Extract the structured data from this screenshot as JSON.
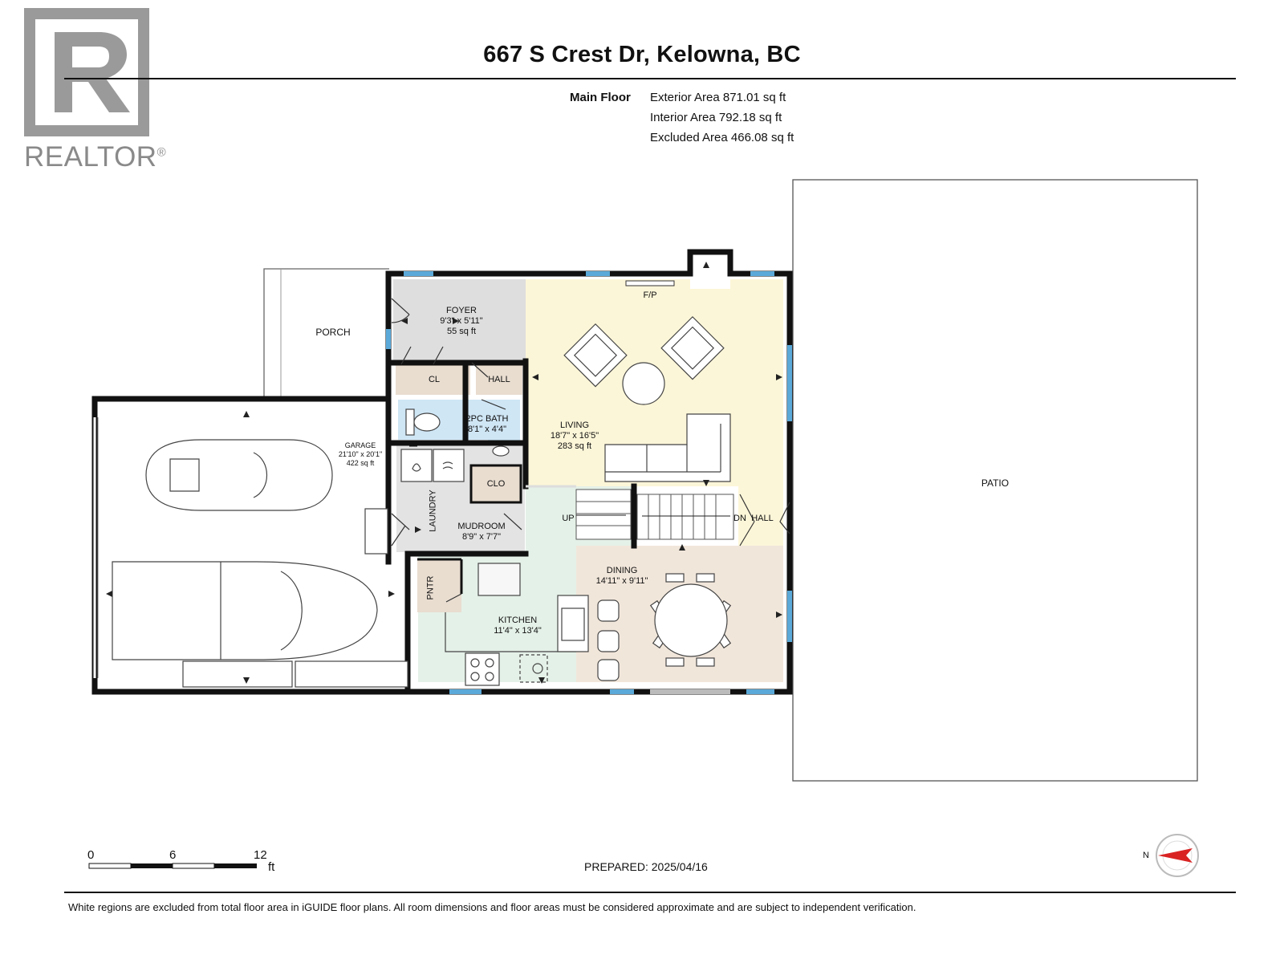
{
  "logo": {
    "text": "REALTOR",
    "mark": "®",
    "icon": "realtor-r-icon"
  },
  "header": {
    "title": "667 S Crest Dr, Kelowna, BC"
  },
  "floor": {
    "name": "Main Floor",
    "exterior": "Exterior Area 871.01 sq ft",
    "interior": "Interior Area 792.18 sq ft",
    "excluded": "Excluded Area 466.08 sq ft"
  },
  "rooms": {
    "porch": {
      "name": "PORCH"
    },
    "foyer": {
      "name": "FOYER",
      "dims": "9'3\" x 5'11\"",
      "area": "55 sq ft"
    },
    "cl": {
      "name": "CL"
    },
    "hall1": {
      "name": "HALL"
    },
    "bath": {
      "name": "2PC BATH",
      "dims": "8'1\" x 4'4\""
    },
    "garage": {
      "name": "GARAGE",
      "dims": "21'10\" x 20'1\"",
      "area": "422 sq ft"
    },
    "clo": {
      "name": "CLO"
    },
    "laundry": {
      "name": "LAUNDRY"
    },
    "mudroom": {
      "name": "MUDROOM",
      "dims": "8'9\" x 7'7\""
    },
    "living": {
      "name": "LIVING",
      "dims": "18'7\" x 16'5\"",
      "area": "283 sq ft"
    },
    "fp": {
      "name": "F/P"
    },
    "up": {
      "name": "UP"
    },
    "dn": {
      "name": "DN"
    },
    "hall2": {
      "name": "HALL"
    },
    "dining": {
      "name": "DINING",
      "dims": "14'11\" x 9'11\""
    },
    "pntr": {
      "name": "PNTR"
    },
    "kitchen": {
      "name": "KITCHEN",
      "dims": "11'4\" x 13'4\""
    },
    "patio": {
      "name": "PATIO"
    }
  },
  "colors": {
    "foyer": "#dedede",
    "cl": "#e9ddd0",
    "bath": "#cfe6f5",
    "laundry": "#e3e3e3",
    "living": "#fcf6d8",
    "dining": "#f1e6da",
    "kitchen": "#e4f1e8",
    "window": "#5aa9d8",
    "wall": "#111111"
  },
  "scale": {
    "t0": "0",
    "t6": "6",
    "t12": "12",
    "unit": "ft"
  },
  "prepared": "PREPARED: 2025/04/16",
  "compass": {
    "label": "N",
    "icon": "compass-icon"
  },
  "footer": {
    "note": "White regions are excluded from total floor area in iGUIDE floor plans. All room dimensions and floor areas must be considered approximate and are subject to independent verification."
  }
}
